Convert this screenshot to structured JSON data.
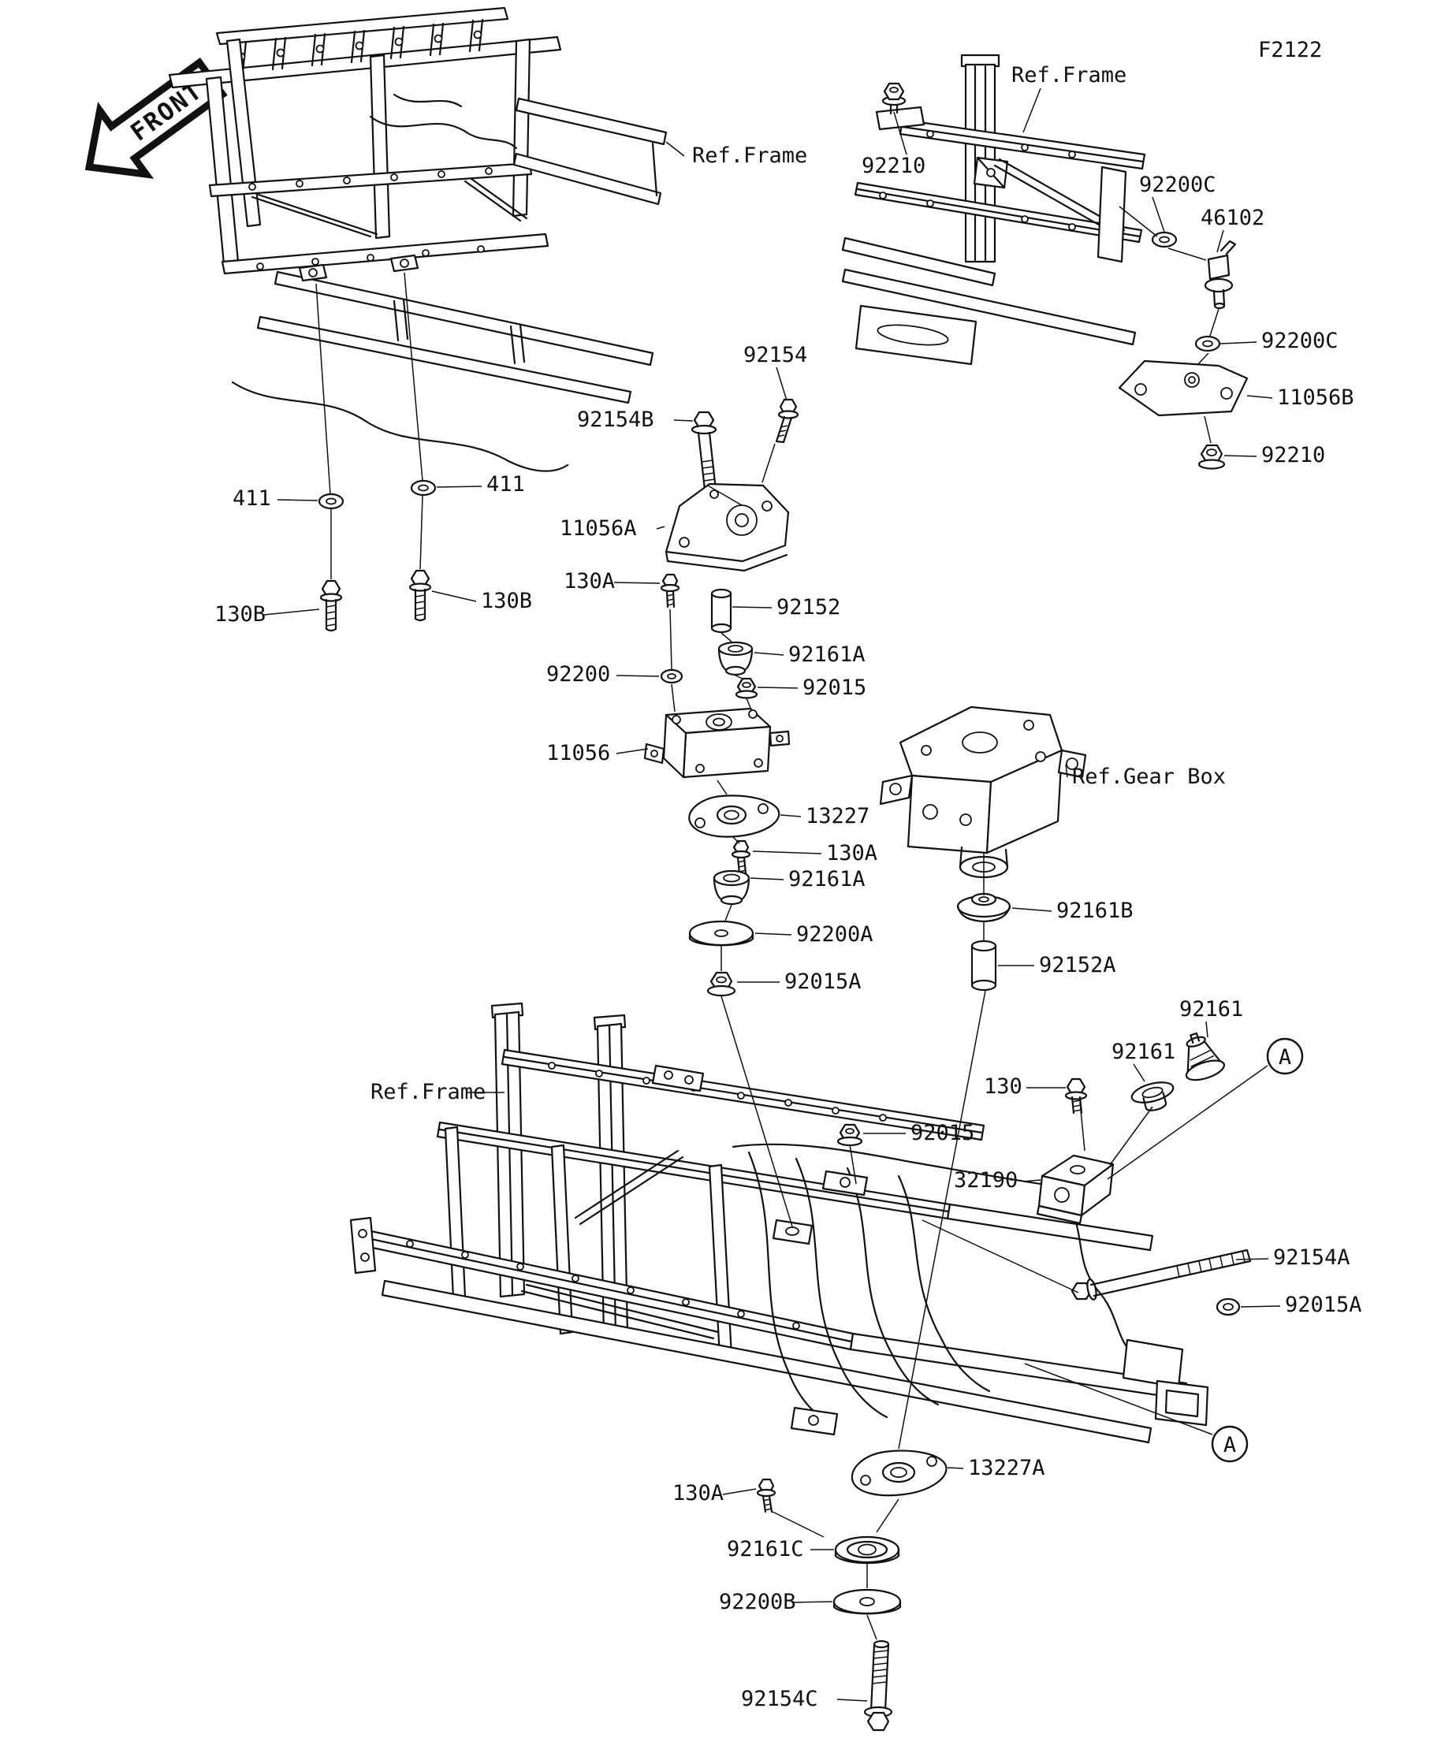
{
  "figure": {
    "code": "F2122",
    "front_label": "FRONT",
    "detail_marker": "A"
  },
  "colors": {
    "line": "#111111",
    "background": "#ffffff"
  },
  "callouts": {
    "ref_frame_cab": "Ref.Frame",
    "ref_frame_rear": "Ref.Frame",
    "ref_frame_front": "Ref.Frame",
    "ref_gear_box": "Ref.Gear Box",
    "p92210_a": "92210",
    "p92200c_a": "92200C",
    "p46102": "46102",
    "p92200c_b": "92200C",
    "p11056b": "11056B",
    "p92210_b": "92210",
    "p92154": "92154",
    "p92154b": "92154B",
    "p11056a": "11056A",
    "p411_a": "411",
    "p411_b": "411",
    "p130b_a": "130B",
    "p130b_b": "130B",
    "p130a_a": "130A",
    "p92152": "92152",
    "p92200": "92200",
    "p92161a_a": "92161A",
    "p92015_a": "92015",
    "p11056": "11056",
    "p13227": "13227",
    "p130a_b": "130A",
    "p92161a_b": "92161A",
    "p92200a": "92200A",
    "p92015a_a": "92015A",
    "p92161b": "92161B",
    "p92152a": "92152A",
    "p92161_a": "92161",
    "p92161_b": "92161",
    "p130": "130",
    "p92015_b": "92015",
    "p32190": "32190",
    "p92154a": "92154A",
    "p92015a_b": "92015A",
    "p13227a": "13227A",
    "p130a_c": "130A",
    "p92161c": "92161C",
    "p92200b": "92200B",
    "p92154c": "92154C"
  }
}
